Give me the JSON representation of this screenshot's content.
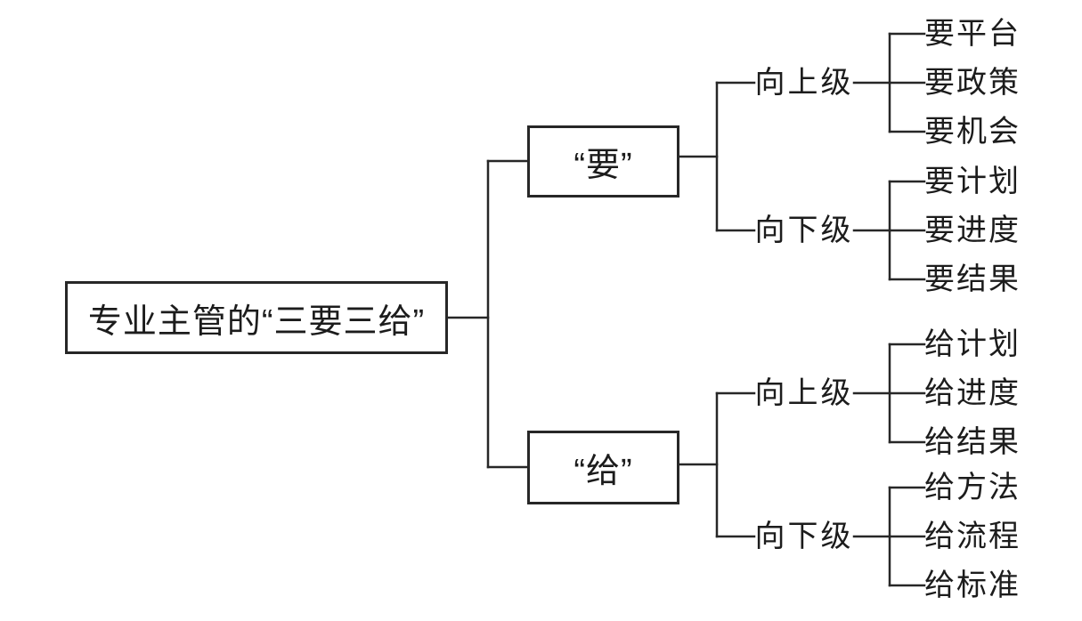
{
  "diagram": {
    "title": "专业主管的“三要三给”",
    "root": {
      "label": "专业主管的“三要三给”"
    },
    "branches": [
      {
        "label": "“要”",
        "groups": [
          {
            "label": "向上级",
            "leaves": [
              "要平台",
              "要政策",
              "要机会"
            ]
          },
          {
            "label": "向下级",
            "leaves": [
              "要计划",
              "要进度",
              "要结果"
            ]
          }
        ]
      },
      {
        "label": "“给”",
        "groups": [
          {
            "label": "向上级",
            "leaves": [
              "给计划",
              "给进度",
              "给结果"
            ]
          },
          {
            "label": "向下级",
            "leaves": [
              "给方法",
              "给流程",
              "给标准"
            ]
          }
        ]
      }
    ],
    "colors": {
      "line": "#272727",
      "text": "#1c1c1c",
      "background": "#ffffff"
    }
  }
}
